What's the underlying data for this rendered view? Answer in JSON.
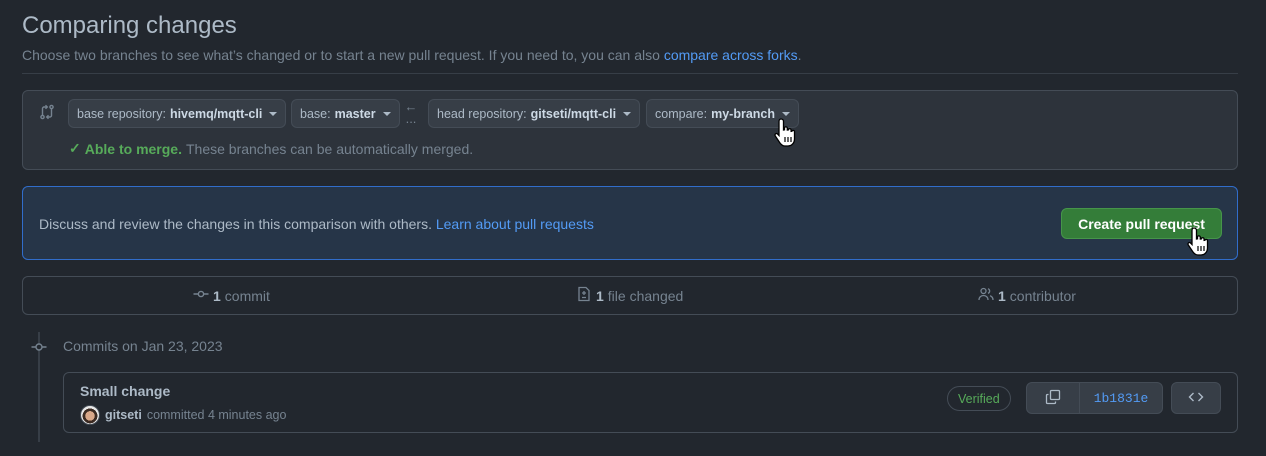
{
  "page": {
    "title": "Comparing changes",
    "subtitle": "Choose two branches to see what’s changed or to start a new pull request. If you need to, you can also ",
    "subtitle_link": "compare across forks",
    "subtitle_end": "."
  },
  "range": {
    "base_repository": {
      "label": "base repository:",
      "value": "hivemq/mqtt-cli"
    },
    "base": {
      "label": "base:",
      "value": "master"
    },
    "arrow": "←",
    "arrow_dots": "...",
    "head_repository": {
      "label": "head repository:",
      "value": "gitseti/mqtt-cli"
    },
    "compare": {
      "label": "compare:",
      "value": "my-branch"
    },
    "merge_status": {
      "check": "✓",
      "ok_label": "Able to merge.",
      "message": "These branches can be automatically merged."
    }
  },
  "pr_prompt": {
    "text": "Discuss and review the changes in this comparison with others. ",
    "link": "Learn about pull requests",
    "button": "Create pull request"
  },
  "summary": {
    "commits": {
      "count": "1",
      "label": "commit"
    },
    "files": {
      "count": "1",
      "label": "file changed"
    },
    "contributors": {
      "count": "1",
      "label": "contributor"
    }
  },
  "commits": {
    "heading": "Commits on Jan 23, 2023",
    "items": [
      {
        "title": "Small change",
        "author": "gitseti",
        "meta": "committed 4 minutes ago",
        "badge": "Verified",
        "sha": "1b1831e"
      }
    ]
  },
  "colors": {
    "background": "#22272e",
    "accent_link": "#539bf5",
    "success": "#57ab5a",
    "primary_button": "#347d39"
  }
}
